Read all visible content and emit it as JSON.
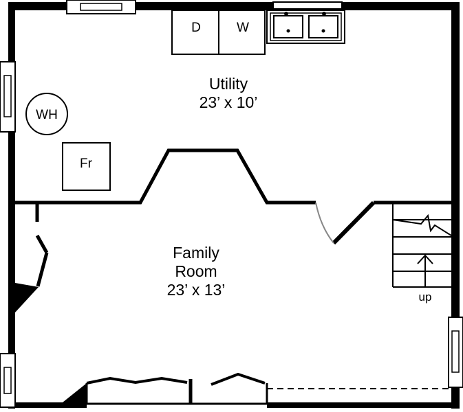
{
  "rooms": {
    "utility": {
      "name": "Utility",
      "size": "23’ x 10’"
    },
    "family": {
      "name_line1": "Family",
      "name_line2": "Room",
      "size": "23’ x 13’"
    }
  },
  "fixtures": {
    "dryer": "D",
    "washer": "W",
    "water_heater": "WH",
    "furnace": "Fr"
  },
  "stairs": {
    "label": "up"
  }
}
